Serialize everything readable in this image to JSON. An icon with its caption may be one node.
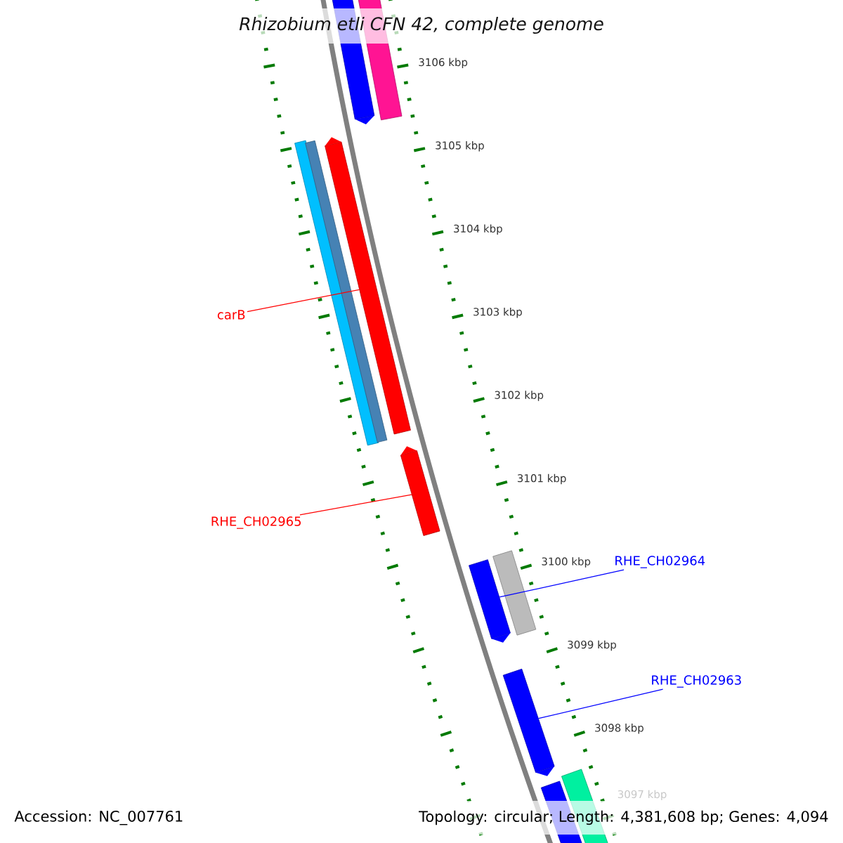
{
  "diagram": {
    "title": "Rhizobium etli CFN 42, complete genome",
    "nodes": [
      {
        "text": [],
        "shape": "arrow"
      },
      {
        "text": [],
        "shape": "box"
      },
      {
        "text": [
          "carB"
        ]
      },
      {
        "text": [],
        "shape": "box"
      },
      {
        "text": [],
        "shape": "box"
      },
      {
        "text": [],
        "shape": "arrow"
      },
      {
        "text": [
          "RHE_CH02965"
        ]
      },
      {
        "text": [],
        "shape": "arrow"
      },
      {
        "text": [
          "RHE_CH02964"
        ]
      },
      {
        "text": [],
        "shape": "arrow"
      },
      {
        "text": [],
        "shape": "box"
      },
      {
        "text": [
          "RHE_CH02963"
        ]
      },
      {
        "text": [],
        "shape": "arrow"
      },
      {
        "text": [],
        "shape": "box"
      },
      {
        "text": [],
        "shape": "arrow"
      }
    ],
    "edges": [
      {
        "from": 2,
        "to": 5,
        "arrow": "none",
        "color": "#ff0000"
      },
      {
        "from": 6,
        "to": 7,
        "arrow": "none",
        "color": "#ff0000"
      },
      {
        "from": 8,
        "to": 9,
        "arrow": "none",
        "color": "#0000ff"
      },
      {
        "from": 11,
        "to": 12,
        "arrow": "none",
        "color": "#0000ff"
      }
    ],
    "labels": [
      "3106 kbp",
      "3105 kbp",
      "3104 kbp",
      "3103 kbp",
      "3102 kbp",
      "3101 kbp",
      "3100 kbp",
      "3099 kbp",
      "3098 kbp",
      "3097 kbp",
      "Accession: NC_007761",
      "Topology: circular; Length: 4,381,608 bp; Genes: 4,094"
    ]
  }
}
